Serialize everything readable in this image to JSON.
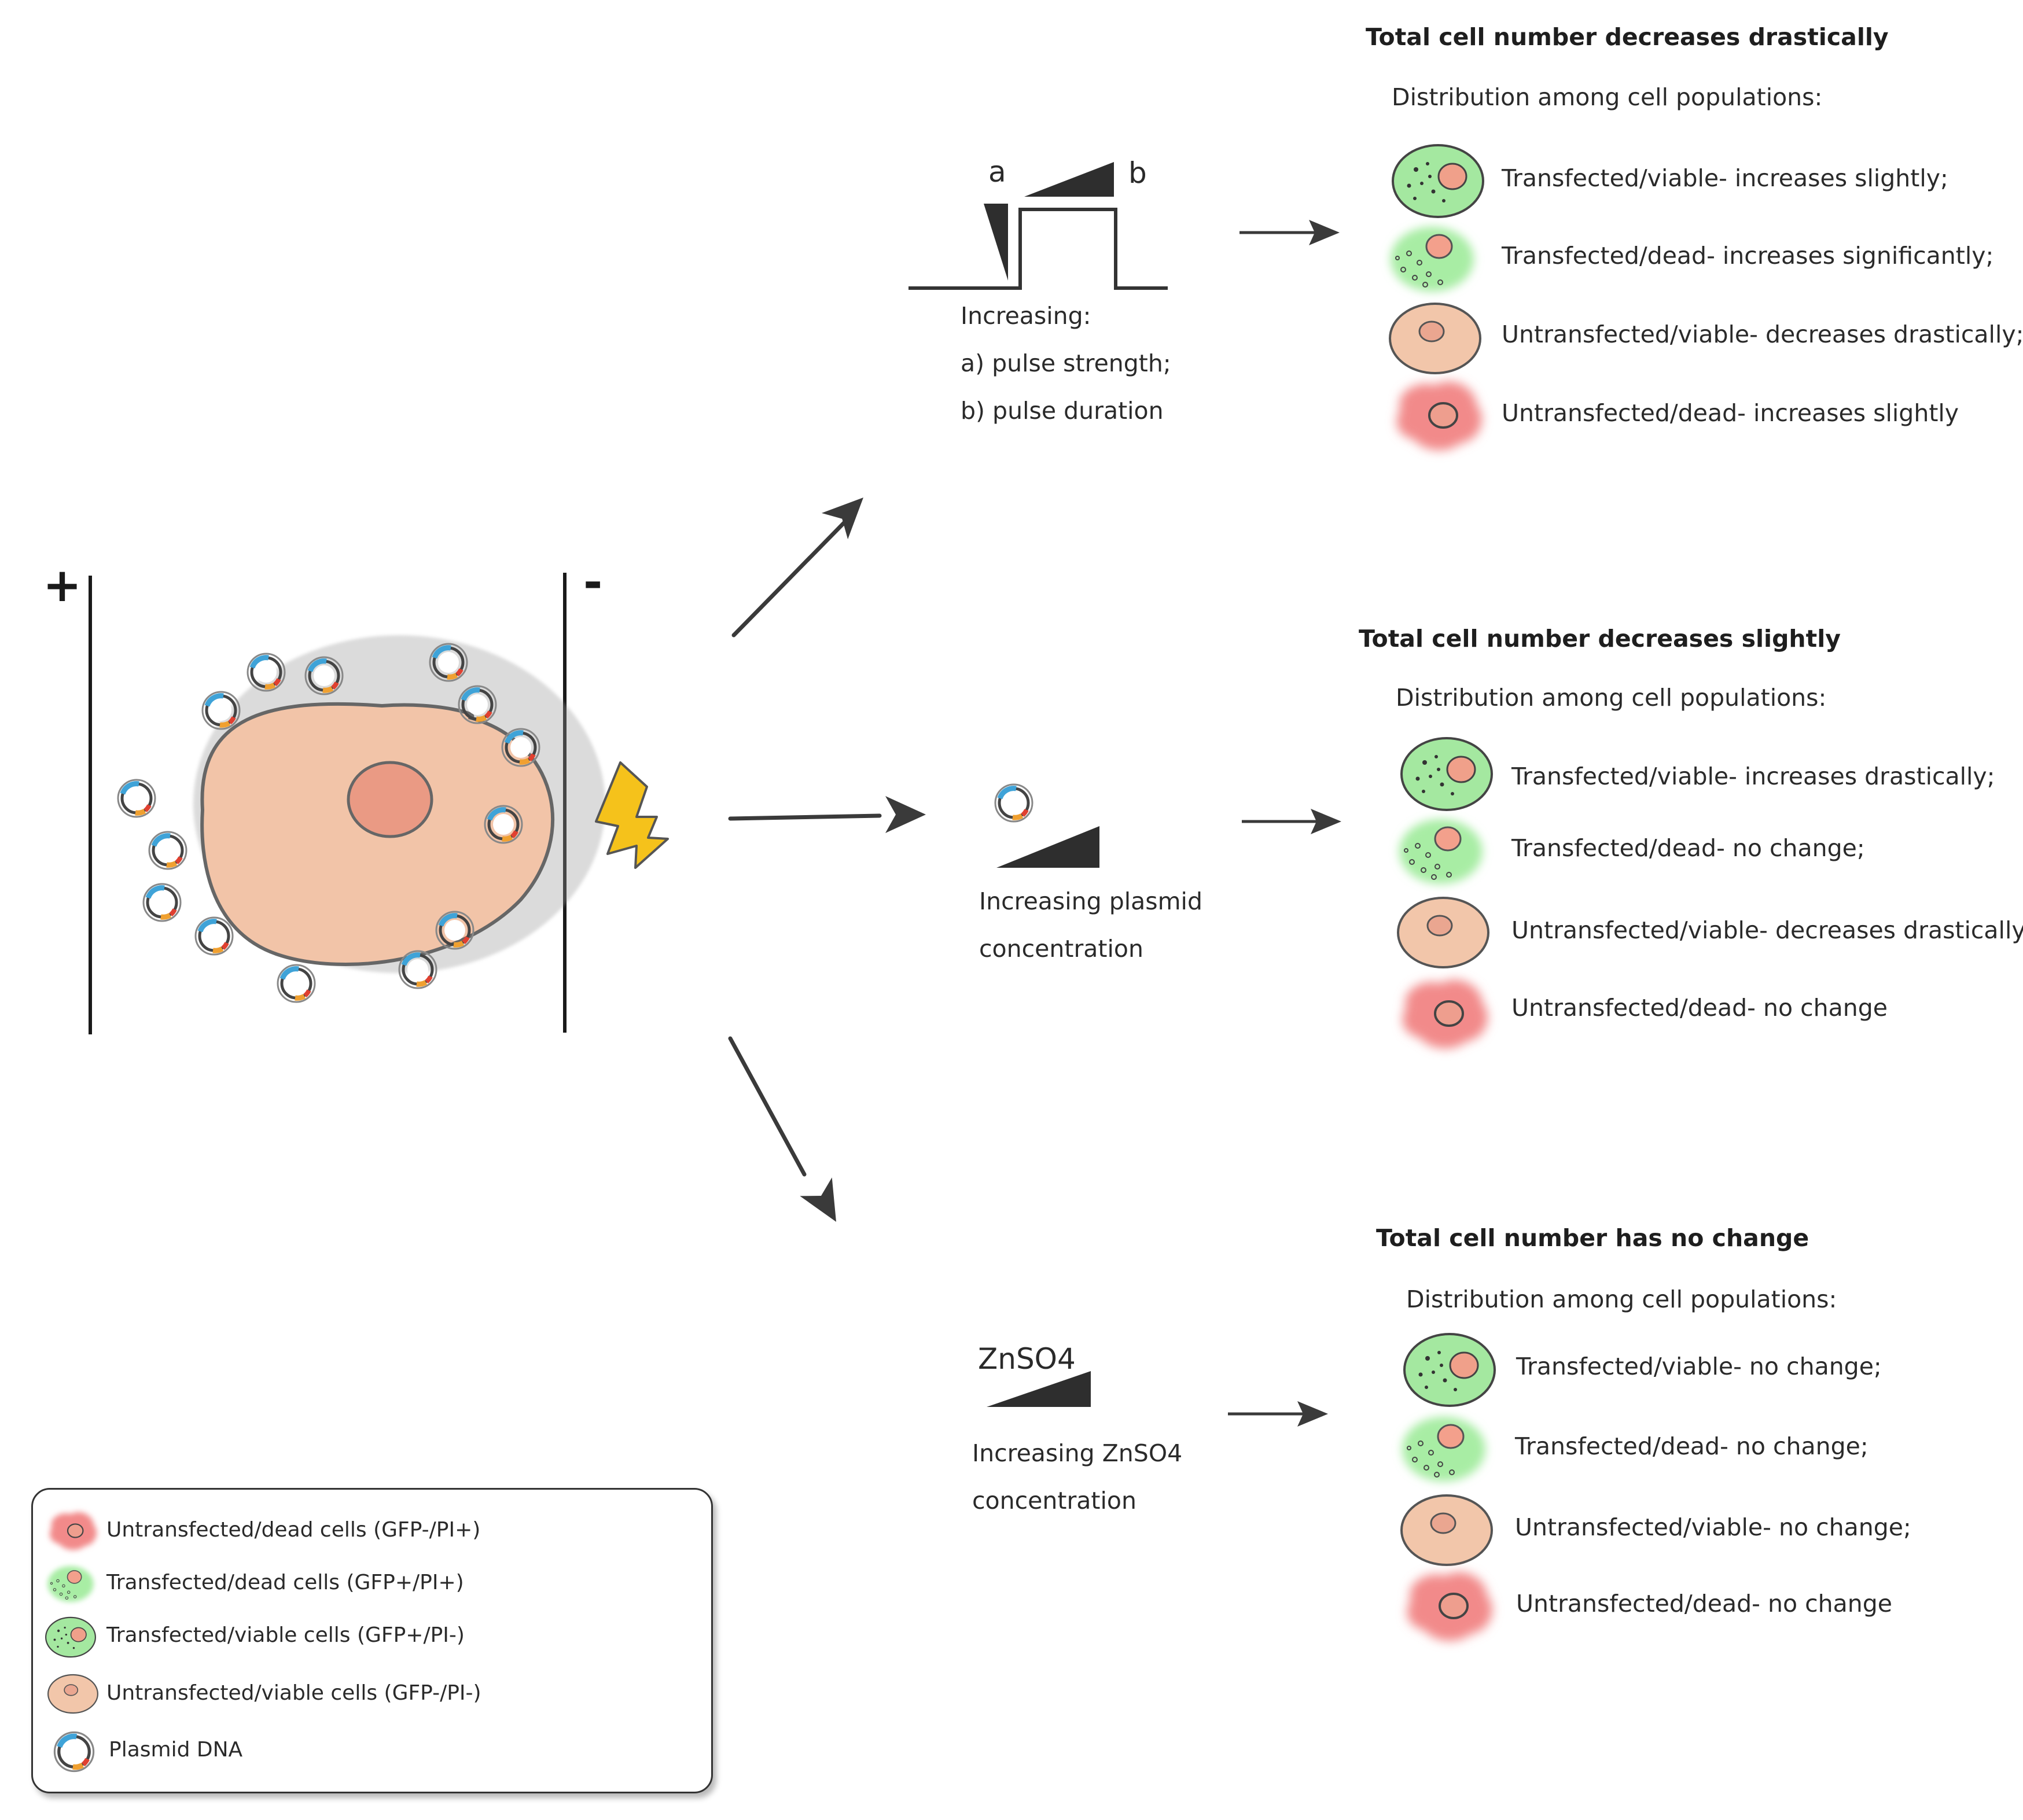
{
  "electrodes": {
    "plus_label": "+",
    "minus_label": "-"
  },
  "pulse": {
    "a_label": "a",
    "b_label": "b",
    "lines": [
      "Increasing:",
      "a) pulse strength;",
      "b) pulse duration"
    ]
  },
  "plasmid_condition": {
    "lines": [
      "Increasing plasmid",
      "concentration"
    ]
  },
  "zinc_condition": {
    "label": "ZnSO4",
    "lines": [
      "Increasing ZnSO4",
      "concentration"
    ]
  },
  "outcomes": [
    {
      "title": "Total cell number decreases drastically",
      "subtitle": "Distribution among cell populations:",
      "items": [
        "Transfected/viable- increases slightly;",
        "Transfected/dead- increases significantly;",
        "Untransfected/viable- decreases drastically;",
        "Untransfected/dead- increases slightly"
      ]
    },
    {
      "title": "Total cell number decreases slightly",
      "subtitle": "Distribution among cell populations:",
      "items": [
        "Transfected/viable- increases drastically;",
        "Transfected/dead- no change;",
        "Untransfected/viable- decreases drastically;",
        "Untransfected/dead- no change"
      ]
    },
    {
      "title": "Total cell number has no change",
      "subtitle": "Distribution among cell populations:",
      "items": [
        "Transfected/viable- no change;",
        "Transfected/dead- no change;",
        "Untransfected/viable- no change;",
        "Untransfected/dead- no change"
      ]
    }
  ],
  "legend": [
    "Untransfected/dead cells (GFP-/PI+)",
    "Transfected/dead cells (GFP+/PI+)",
    "Transfected/viable cells (GFP+/PI-)",
    "Untransfected/viable cells (GFP-/PI-)",
    "Plasmid DNA"
  ],
  "colors": {
    "cell_body": "#f2c4a8",
    "nucleus": "#ea9a84",
    "gfp": "#9ee89a",
    "dead_red": "#f28c8c",
    "lightning": "#f5c21b",
    "plasmid_blue": "#3fa3d8",
    "plasmid_orange": "#f0a030",
    "ink": "#333333"
  }
}
